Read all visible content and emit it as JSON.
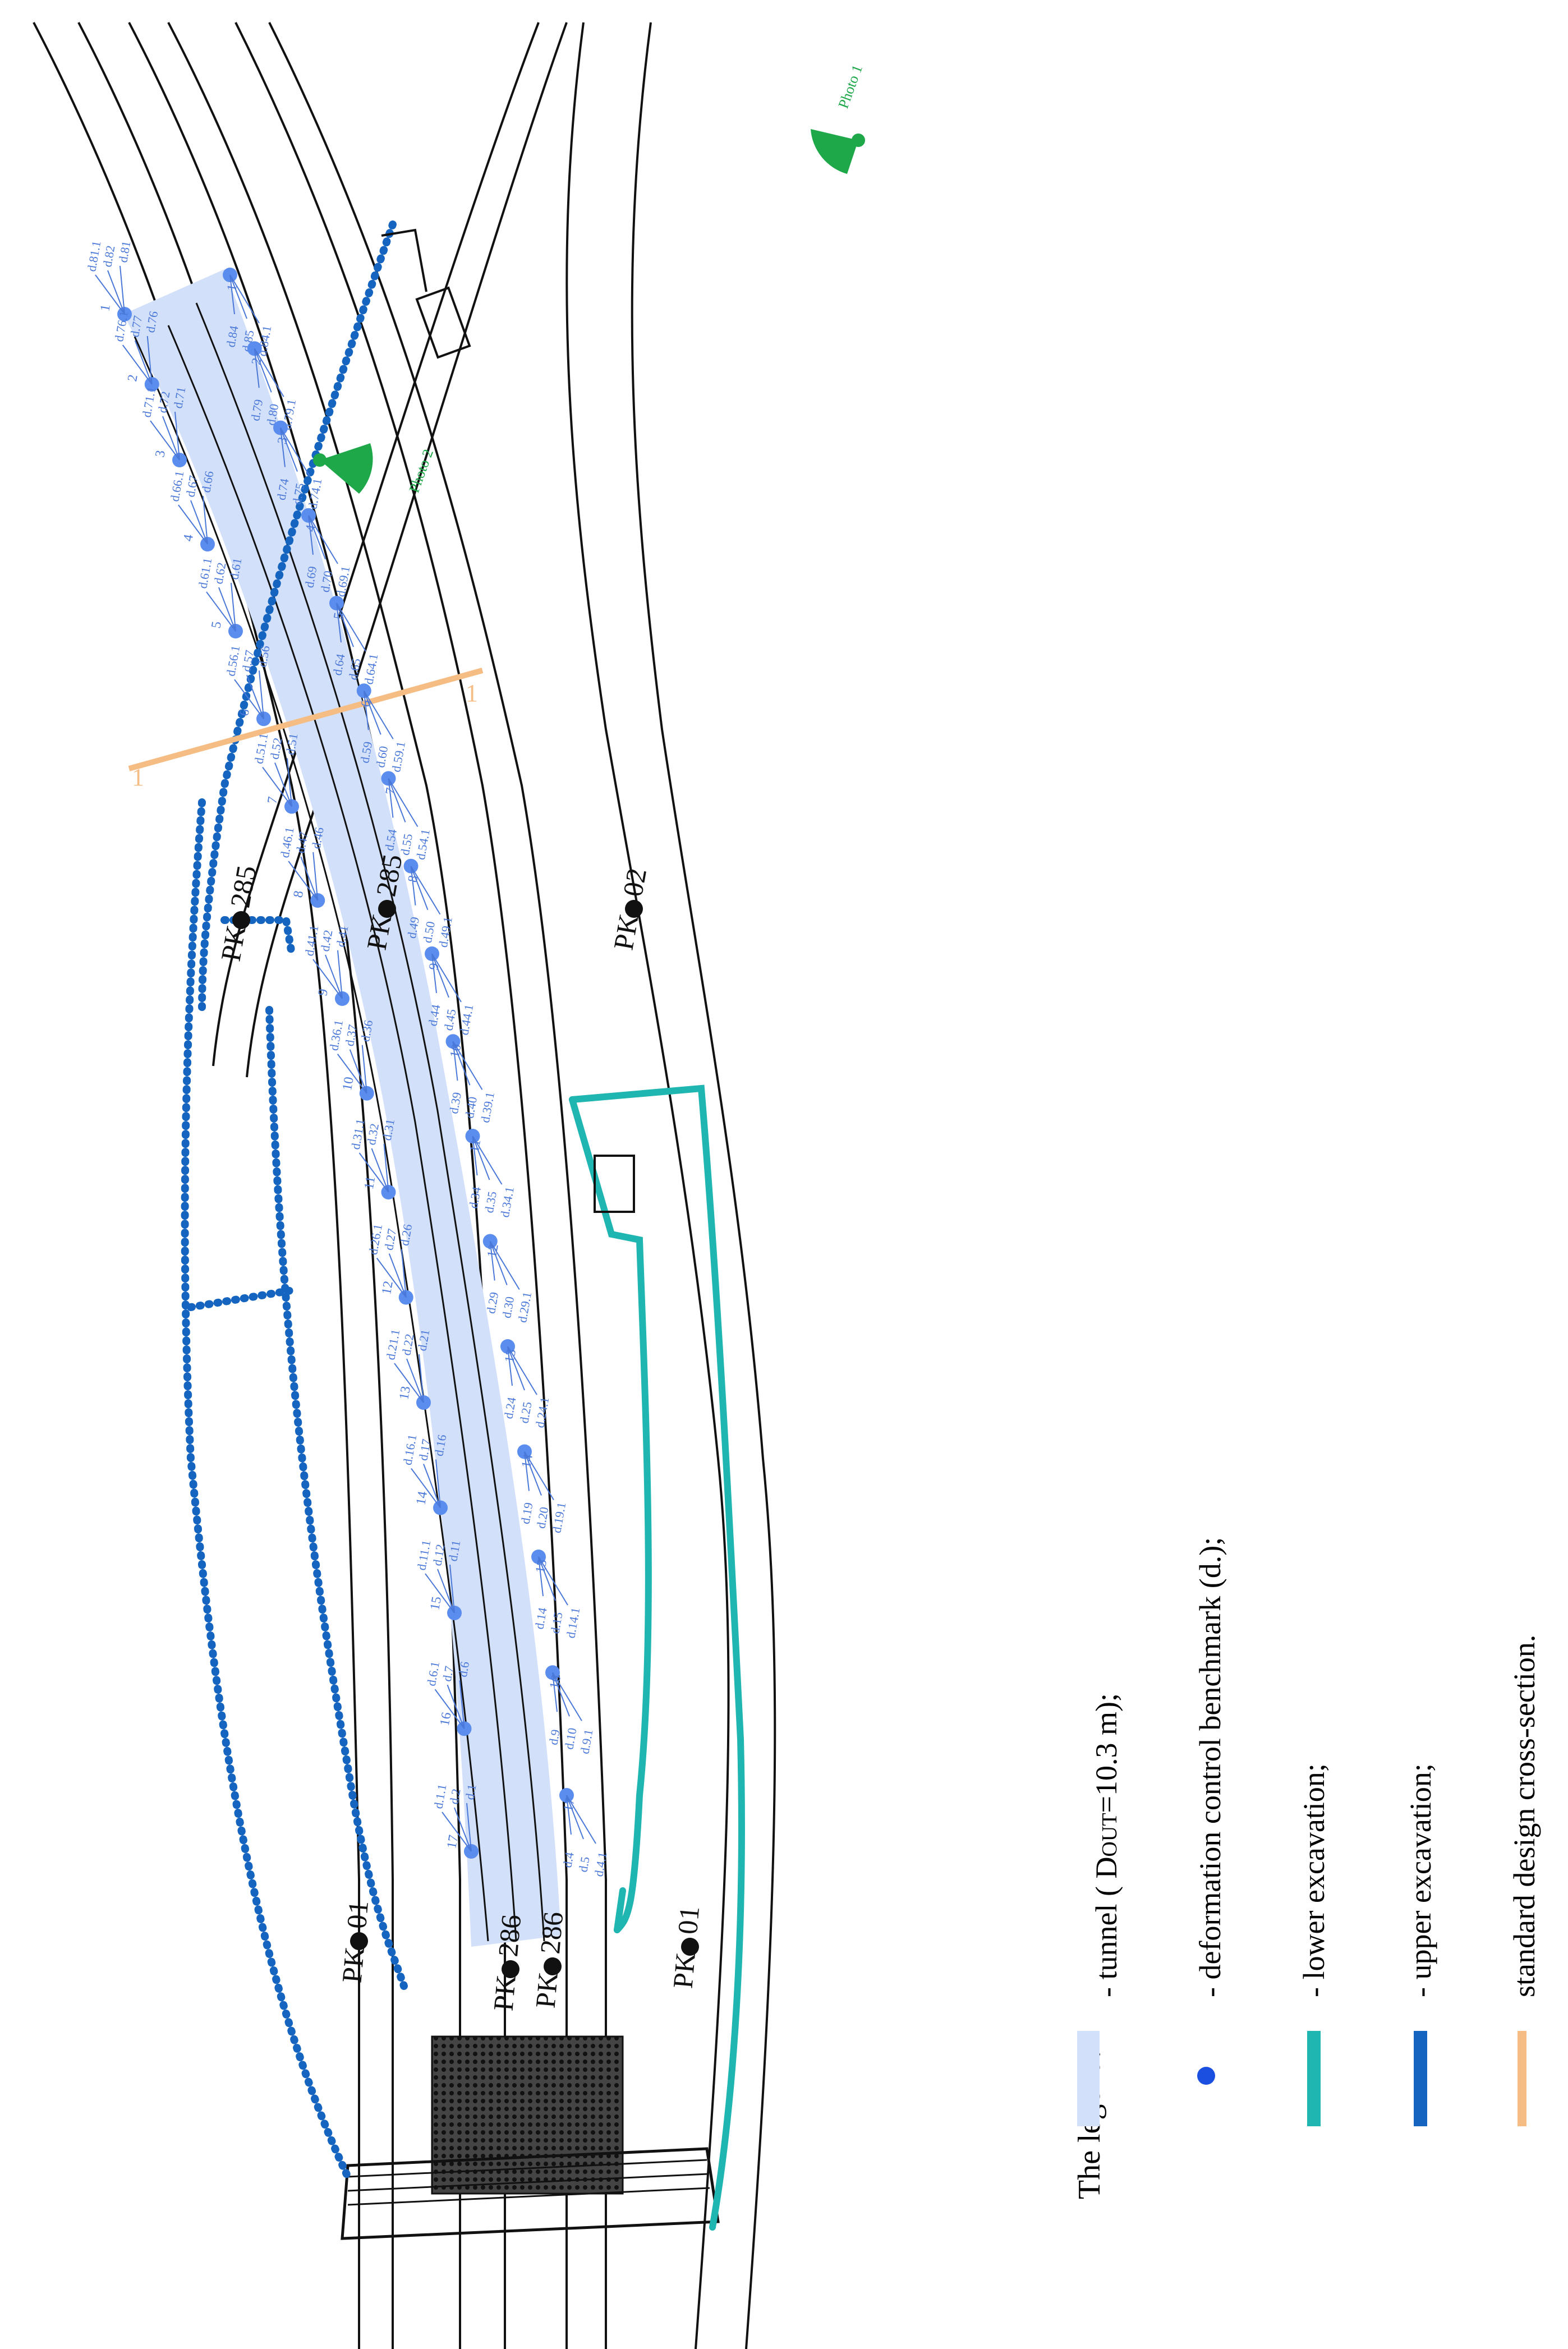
{
  "colors": {
    "tunnel_fill": "#d3e0fa",
    "benchmark": "#5b8def",
    "benchmark_label": "#4a78d8",
    "lower_excavation": "#1fb5b0",
    "upper_excavation": "#1565c0",
    "cross_section": "#f5bd83",
    "road_line": "#111111",
    "photo": "#1ea84a"
  },
  "tunnel_sections": [
    "1",
    "2",
    "3",
    "4",
    "5",
    "6",
    "7",
    "8",
    "9",
    "10",
    "11",
    "12",
    "13",
    "14",
    "15",
    "16",
    "17"
  ],
  "benchmarks_upper_side": [
    [
      "d.81.1",
      "d.82",
      "d.81"
    ],
    [
      "d.76.1",
      "d.77",
      "d.76"
    ],
    [
      "d.71.1",
      "d.72",
      "d.71"
    ],
    [
      "d.66.1",
      "d.67",
      "d.66"
    ],
    [
      "d.61.1",
      "d.62",
      "d.61"
    ],
    [
      "d.56.1",
      "d.57",
      "d.56"
    ],
    [
      "d.51.1",
      "d.52",
      "d.51"
    ],
    [
      "d.46.1",
      "d.47",
      "d.46"
    ],
    [
      "d.41.1",
      "d.42",
      "d.41"
    ],
    [
      "d.36.1",
      "d.37",
      "d.36"
    ],
    [
      "d.31.1",
      "d.32",
      "d.31"
    ],
    [
      "d.26.1",
      "d.27",
      "d.26"
    ],
    [
      "d.21.1",
      "d.22",
      "d.21"
    ],
    [
      "d.16.1",
      "d.17",
      "d.16"
    ],
    [
      "d.11.1",
      "d.12",
      "d.11"
    ],
    [
      "d.6.1",
      "d.7",
      "d.6"
    ],
    [
      "d.1.1",
      "d.2",
      "d.1"
    ]
  ],
  "benchmarks_lower_side": [
    [
      "d.84",
      "d.85",
      "d.84.1"
    ],
    [
      "d.79",
      "d.80",
      "d.79.1"
    ],
    [
      "d.74",
      "d.75",
      "d.74.1"
    ],
    [
      "d.69",
      "d.70",
      "d.69.1"
    ],
    [
      "d.64",
      "d.65",
      "d.64.1"
    ],
    [
      "d.59",
      "d.60",
      "d.59.1"
    ],
    [
      "d.54",
      "d.55",
      "d.54.1"
    ],
    [
      "d.49",
      "d.50",
      "d.49.1"
    ],
    [
      "d.44",
      "d.45",
      "d.44.1"
    ],
    [
      "d.39",
      "d.40",
      "d.39.1"
    ],
    [
      "d.34",
      "d.35",
      "d.34.1"
    ],
    [
      "d.29",
      "d.30",
      "d.29.1"
    ],
    [
      "d.24",
      "d.25",
      "d.24.1"
    ],
    [
      "d.19",
      "d.20",
      "d.19.1"
    ],
    [
      "d.14",
      "d.15",
      "d.14.1"
    ],
    [
      "d.9",
      "d.10",
      "d.9.1"
    ],
    [
      "d.4",
      "d.5",
      "d.4.1"
    ]
  ],
  "stations": {
    "pk285": "285",
    "pk286": "286",
    "pk01": "01",
    "pk02": "02",
    "pk_prefix": "PK"
  },
  "cross_section_label": "1",
  "photos": {
    "photo1": "Photo 1",
    "photo2": "Photo 2"
  },
  "legend": {
    "title": "The legend:",
    "items": [
      {
        "text_prefix": "- tunnel ( D",
        "text_sub": "OUT",
        "text_suffix": "=10.3 m);",
        "key": "tunnel"
      },
      {
        "text": "- deformation control benchmark (d.);",
        "key": "benchmark"
      },
      {
        "text": "- lower excavation;",
        "key": "lower"
      },
      {
        "text": "- upper excavation;",
        "key": "upper"
      },
      {
        "text": "standard design cross-section.",
        "key": "section"
      }
    ]
  }
}
